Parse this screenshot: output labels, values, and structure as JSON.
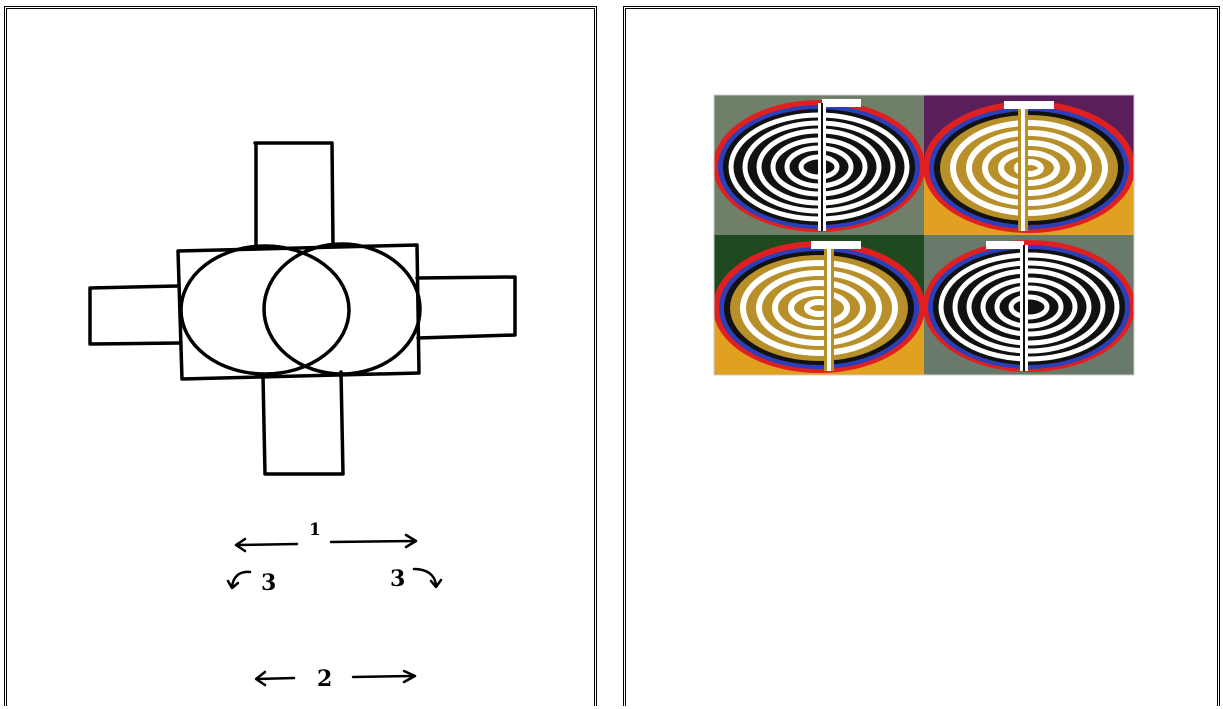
{
  "left_panel": {
    "drawing": {
      "label_1": "1",
      "label_3_left": "3",
      "label_3_right": "3",
      "label_2": "2"
    }
  },
  "right_panel": {
    "image": {
      "tiles": [
        {
          "style": "black-white-swirl",
          "accent": "#1f1f1f"
        },
        {
          "style": "gold-spiral",
          "accent": "#b8902a"
        },
        {
          "style": "gold-spiral",
          "accent": "#b8902a"
        },
        {
          "style": "black-white-swirl",
          "accent": "#1f1f1f"
        }
      ],
      "colors": {
        "gold": "#b8902a",
        "red": "#e02020",
        "blue": "#2a3fb8",
        "purple": "#5a1f5a",
        "green": "#1f4a1f",
        "orange": "#e0a020"
      }
    }
  }
}
